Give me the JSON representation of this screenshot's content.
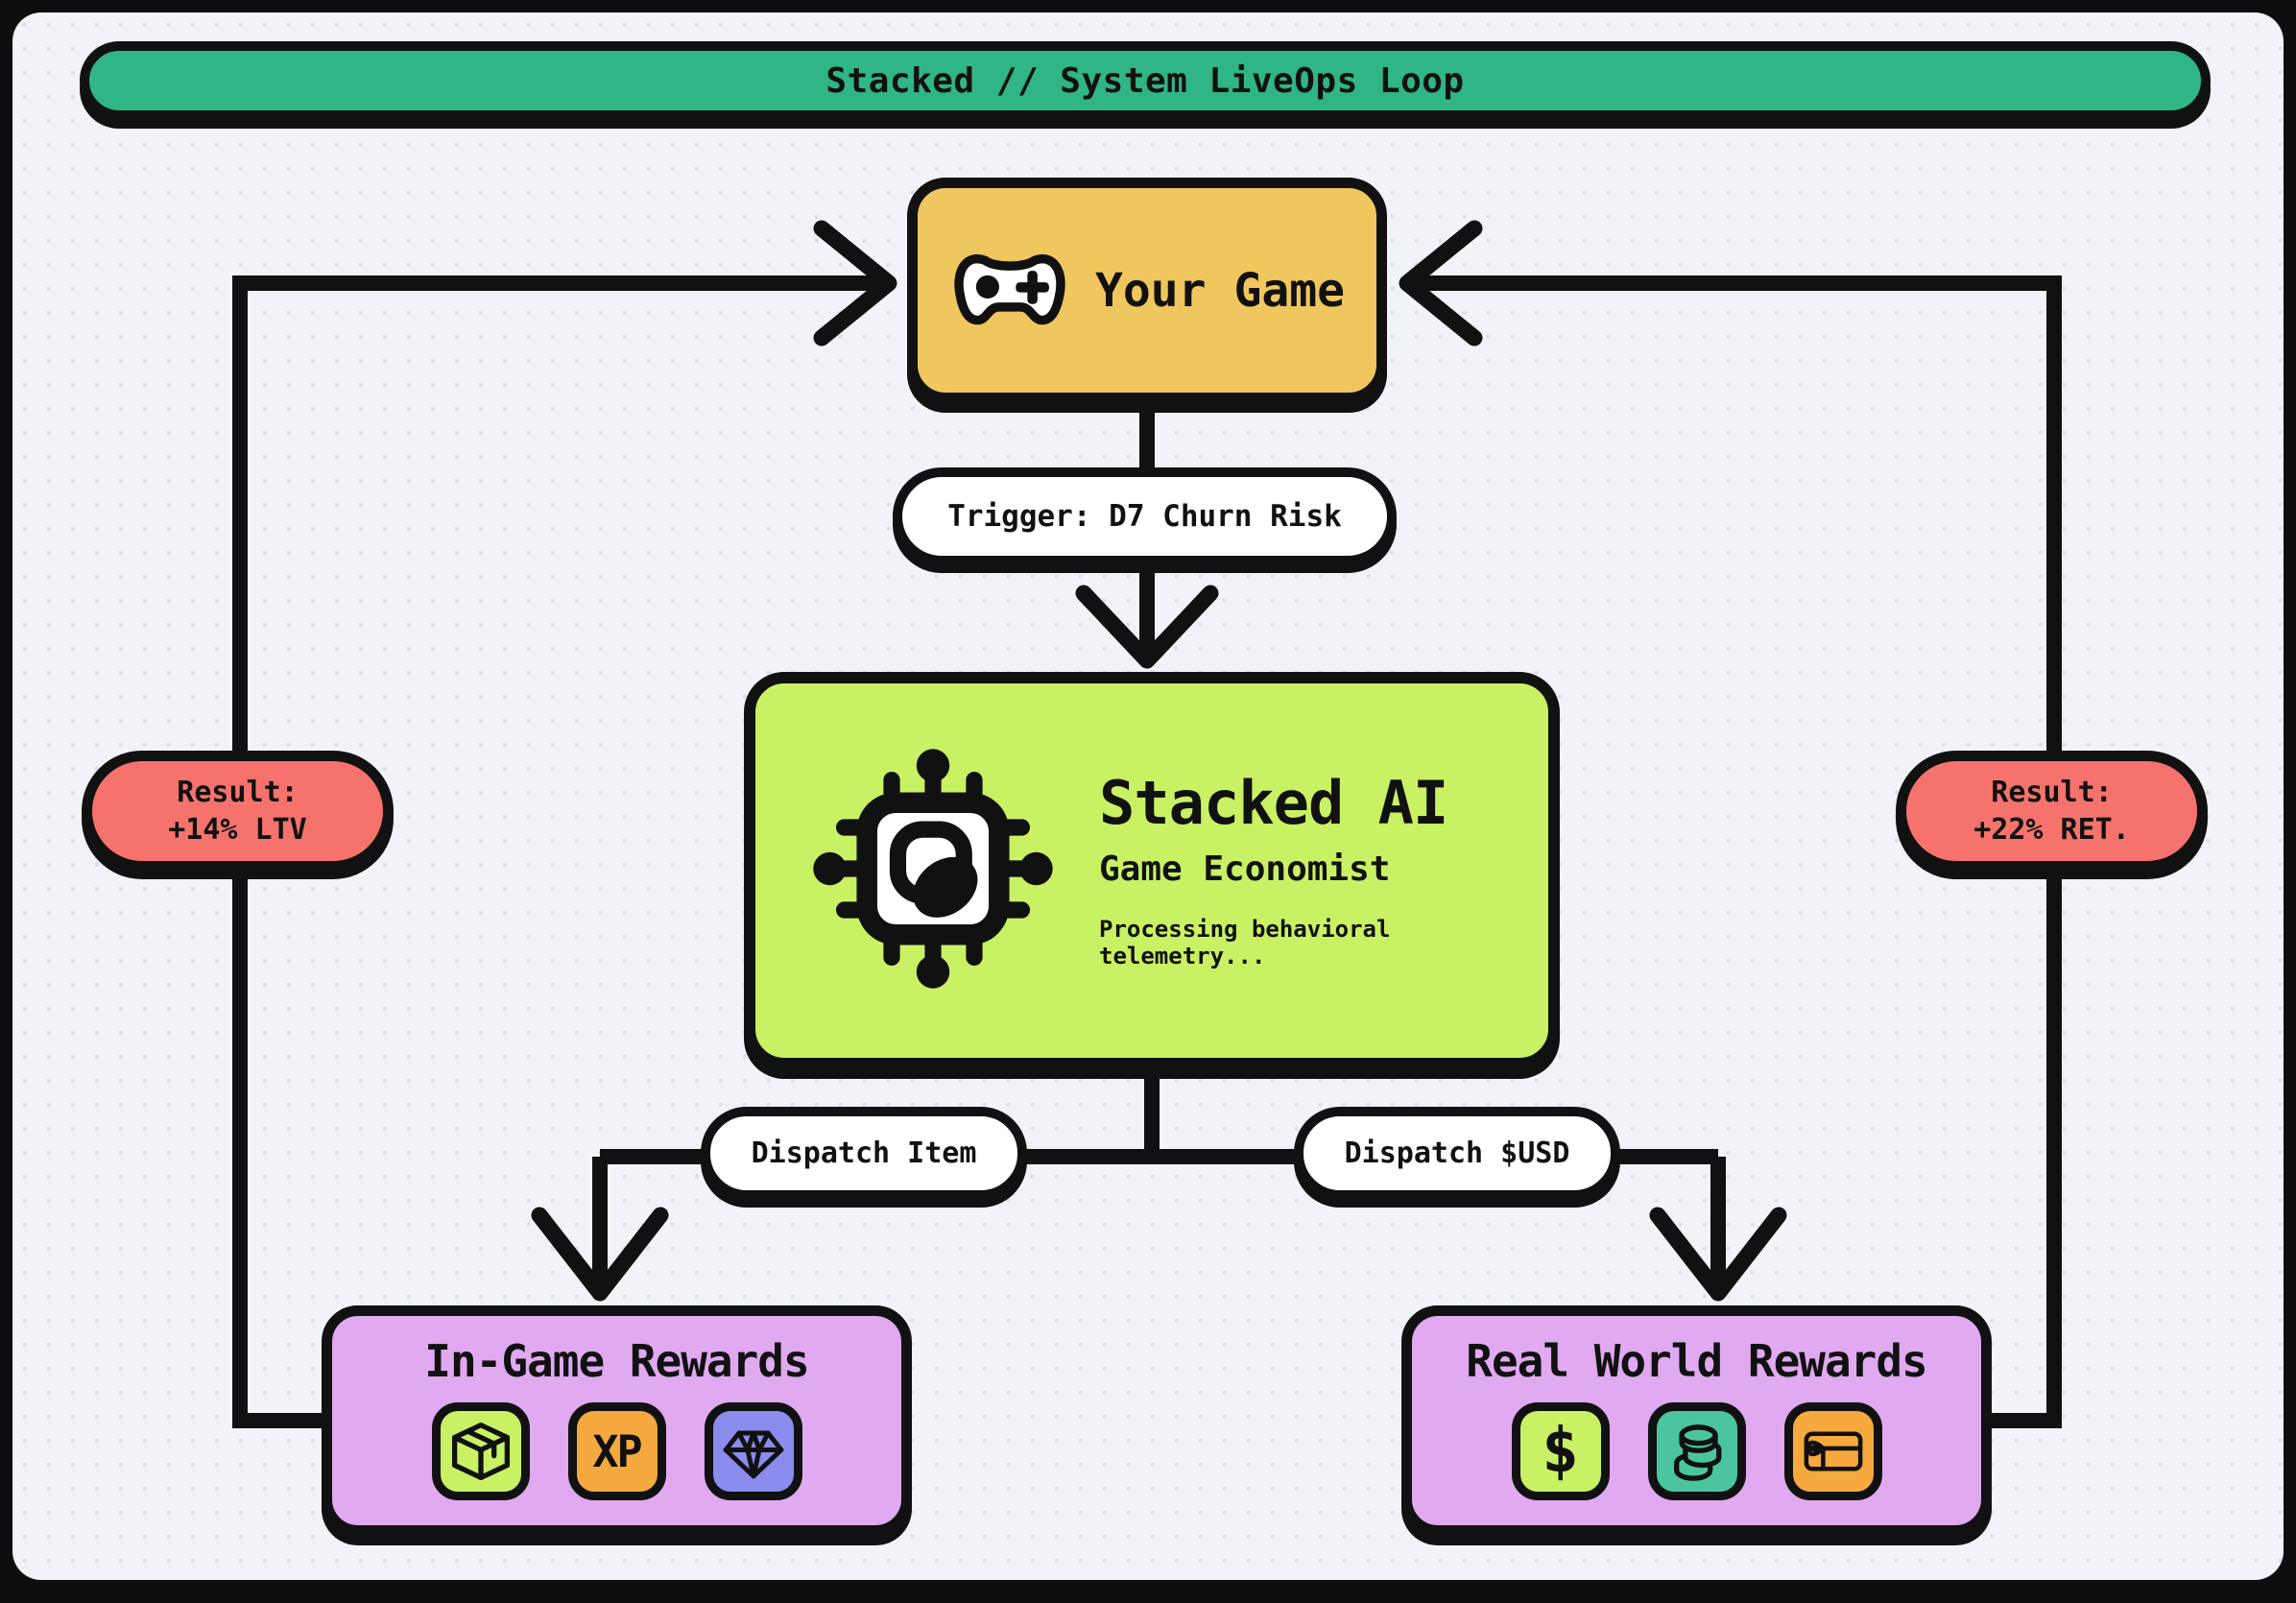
{
  "header": {
    "title": "Stacked // System LiveOps Loop"
  },
  "nodes": {
    "your_game": {
      "label": "Your Game",
      "icon": "gamepad-icon"
    },
    "stacked_ai": {
      "title": "Stacked AI",
      "subtitle": "Game Economist",
      "status": "Processing behavioral telemetry...",
      "icon": "ai-chip-icon"
    },
    "in_game_rewards": {
      "title": "In-Game Rewards",
      "tiles": [
        {
          "icon": "loot-box-icon",
          "label": ""
        },
        {
          "icon": "xp-badge",
          "label": "XP"
        },
        {
          "icon": "gem-icon",
          "label": ""
        }
      ]
    },
    "real_world_rewards": {
      "title": "Real World Rewards",
      "tiles": [
        {
          "icon": "dollar-icon",
          "label": "$"
        },
        {
          "icon": "coins-icon",
          "label": ""
        },
        {
          "icon": "gift-card-icon",
          "label": ""
        }
      ]
    }
  },
  "edges": {
    "trigger": "Trigger: D7 Churn Risk",
    "dispatch_item": "Dispatch Item",
    "dispatch_usd": "Dispatch $USD",
    "result_left": {
      "line1": "Result:",
      "line2": "+14% LTV"
    },
    "result_right": {
      "line1": "Result:",
      "line2": "+22% RET."
    }
  },
  "colors": {
    "frame": "#0d0d0d",
    "canvas": "#f1f3f8",
    "header_green": "#2fb586",
    "game_yellow": "#f0c75e",
    "ai_lime": "#c9f164",
    "rewards_purple": "#e0a9f0",
    "result_red": "#f5736c",
    "tile_orange": "#f6a93f",
    "tile_periwinkle": "#8a8cee",
    "tile_teal": "#4bc5a0",
    "line_black": "#111111"
  }
}
